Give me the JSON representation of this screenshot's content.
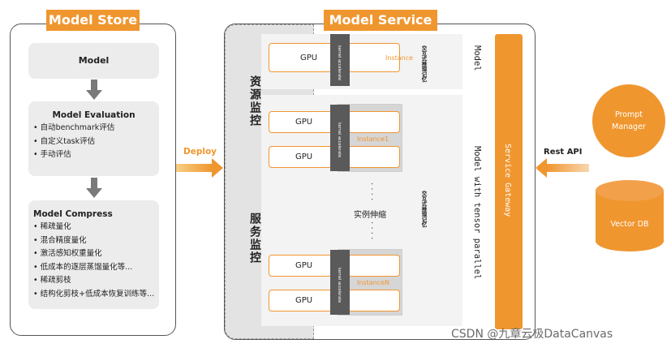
{
  "model_store": {
    "title": "Model Store",
    "model_label": "Model",
    "evaluation": {
      "title": "Model Evaluation",
      "items": [
        "自动benchmark评估",
        "自定义task评估",
        "手动评估"
      ]
    },
    "compress": {
      "title": "Model Compress",
      "items": [
        "稀疏量化",
        "混合精度量化",
        "激活感知权重量化",
        "低成本的逐层蒸馏量化等...",
        "稀疏剪枝",
        "结构化剪枝+低成本恢复训练等..."
      ]
    }
  },
  "deploy_label": "Deploy",
  "model_service": {
    "title": "Model Service",
    "left_labels": {
      "resource_monitor": "资源监控",
      "service_monitor": "服务监控"
    },
    "gpu_label": "GPU",
    "kernel_label": "kernel accelerate",
    "instance_top": "Instance",
    "instance_1": "Instance1",
    "instance_n": "InstanceN",
    "scale_label": "实例伸缩",
    "ellipsis": "· · · ·",
    "inference_label": "交互式推理记忆",
    "model_label": "Model",
    "tensor_parallel_label": "Model with tensor parallel",
    "gateway_label": "Service Gateway"
  },
  "rest_api_label": "Rest API",
  "prompt_manager": "Prompt Manager",
  "vector_db": "Vector DB",
  "watermark": "CSDN @九章云极DataCanvas",
  "colors": {
    "accent": "#f0962f",
    "panel_gray": "#ececec",
    "kernel_gray": "#5a5a5a"
  }
}
